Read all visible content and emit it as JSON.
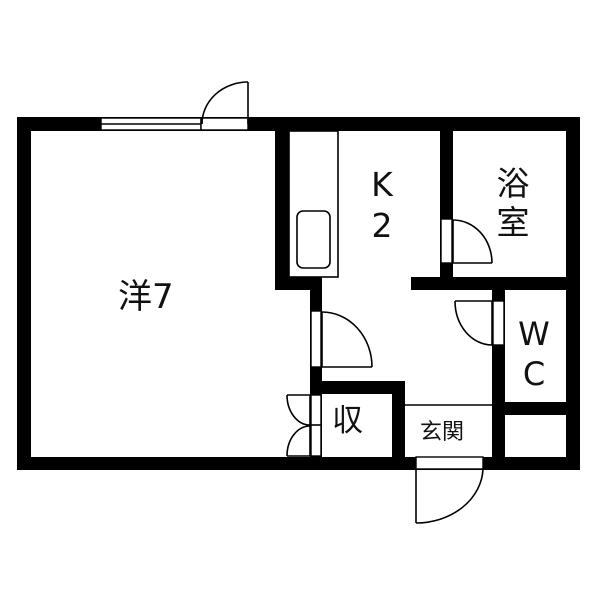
{
  "floor_plan": {
    "rooms": [
      {
        "id": "western_room",
        "label": "洋7",
        "type": "Western-style room",
        "size_jo": 7
      },
      {
        "id": "kitchen",
        "label_line1": "K",
        "label_line2": "2",
        "type": "Kitchen",
        "size_jo": 2
      },
      {
        "id": "bathroom",
        "label_line1": "浴",
        "label_line2": "室",
        "type": "Bathroom"
      },
      {
        "id": "toilet",
        "label_line1": "W",
        "label_line2": "C",
        "type": "Toilet"
      },
      {
        "id": "storage",
        "label": "収",
        "type": "Storage closet"
      },
      {
        "id": "entrance",
        "label": "玄関",
        "type": "Entrance"
      }
    ],
    "fixtures": [
      {
        "id": "kitchen_counter",
        "type": "kitchen counter with sink"
      }
    ],
    "openings": [
      {
        "id": "window_western",
        "type": "window",
        "room": "western_room"
      },
      {
        "id": "door_western_balcony",
        "type": "door",
        "room": "western_room"
      },
      {
        "id": "door_western_kitchen",
        "type": "door"
      },
      {
        "id": "door_bathroom",
        "type": "door"
      },
      {
        "id": "door_toilet",
        "type": "door"
      },
      {
        "id": "door_storage",
        "type": "double door"
      },
      {
        "id": "door_entrance",
        "type": "door"
      }
    ],
    "colors": {
      "wall": "#000000",
      "background": "#ffffff"
    }
  }
}
